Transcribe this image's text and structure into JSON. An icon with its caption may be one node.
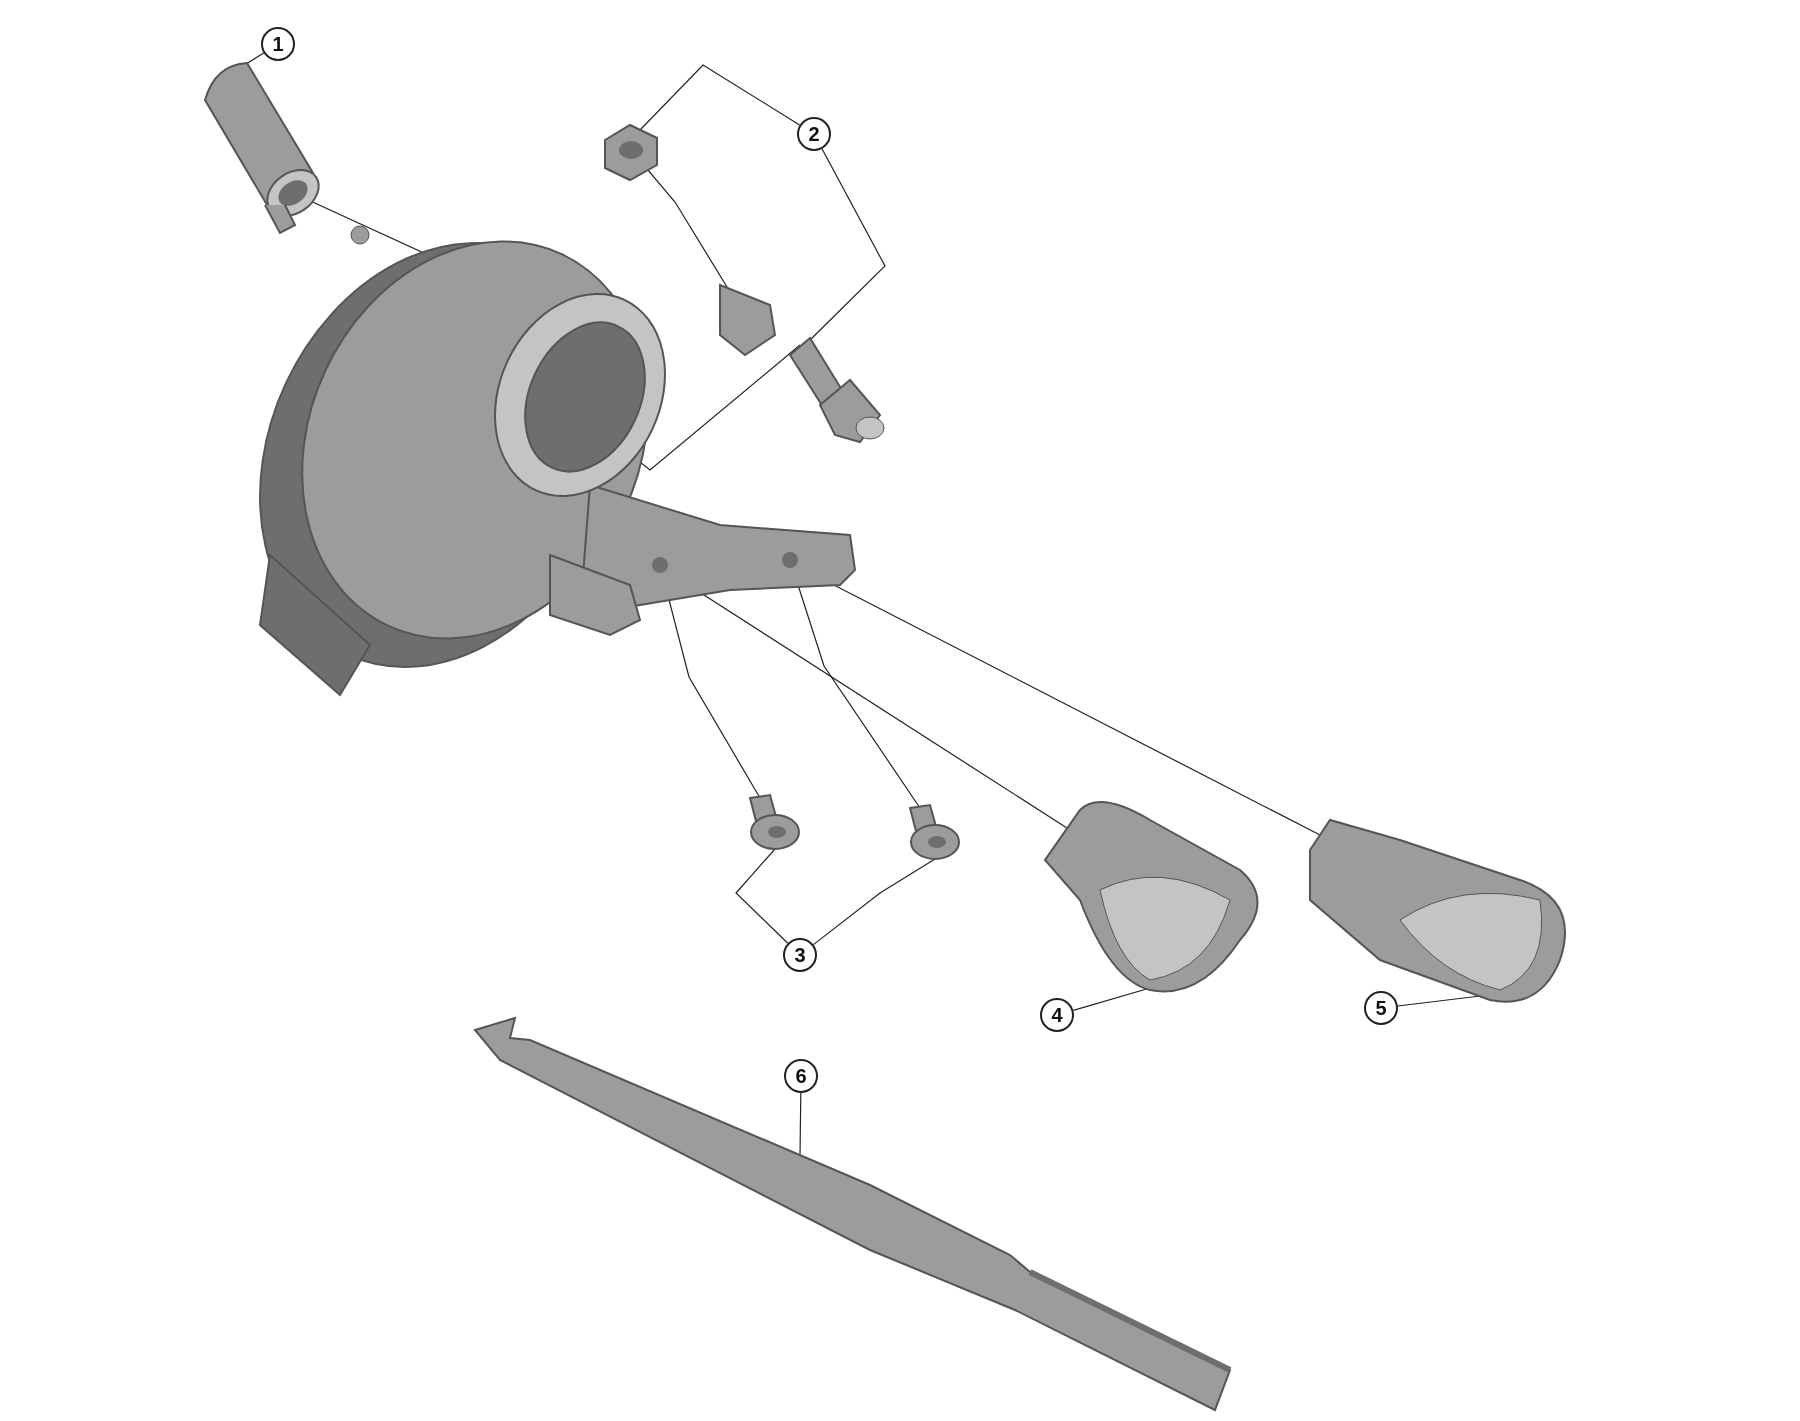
{
  "diagram": {
    "nodes": [
      {
        "text": [
          "1"
        ]
      },
      {
        "text": [],
        "shape": "picture"
      },
      {
        "text": [],
        "shape": "picture"
      },
      {
        "text": [
          "2"
        ]
      },
      {
        "text": [],
        "shape": "picture"
      },
      {
        "text": [],
        "shape": "picture"
      },
      {
        "text": [
          "3"
        ]
      },
      {
        "text": [],
        "shape": "picture"
      },
      {
        "text": [],
        "shape": "picture"
      },
      {
        "text": [
          "4"
        ]
      },
      {
        "text": [],
        "shape": "picture"
      },
      {
        "text": [
          "5"
        ]
      },
      {
        "text": [],
        "shape": "picture"
      },
      {
        "text": [
          "6"
        ]
      },
      {
        "text": [],
        "shape": "picture"
      }
    ],
    "edges": [
      {
        "from": 0,
        "to": 1,
        "arrow": "none"
      },
      {
        "from": 1,
        "to": 2,
        "arrow": "none"
      },
      {
        "from": 3,
        "to": 4,
        "arrow": "none"
      },
      {
        "from": 3,
        "to": 5,
        "arrow": "none"
      },
      {
        "from": 4,
        "to": 2,
        "arrow": "none"
      },
      {
        "from": 5,
        "to": 2,
        "arrow": "none"
      },
      {
        "from": 6,
        "to": 7,
        "arrow": "none"
      },
      {
        "from": 6,
        "to": 8,
        "arrow": "none"
      },
      {
        "from": 7,
        "to": 2,
        "arrow": "none"
      },
      {
        "from": 8,
        "to": 2,
        "arrow": "none"
      },
      {
        "from": 9,
        "to": 10,
        "arrow": "none"
      },
      {
        "from": 10,
        "to": 2,
        "arrow": "none"
      },
      {
        "from": 11,
        "to": 12,
        "arrow": "none"
      },
      {
        "from": 12,
        "to": 2,
        "arrow": "none"
      },
      {
        "from": 13,
        "to": 14,
        "arrow": "none"
      }
    ]
  }
}
